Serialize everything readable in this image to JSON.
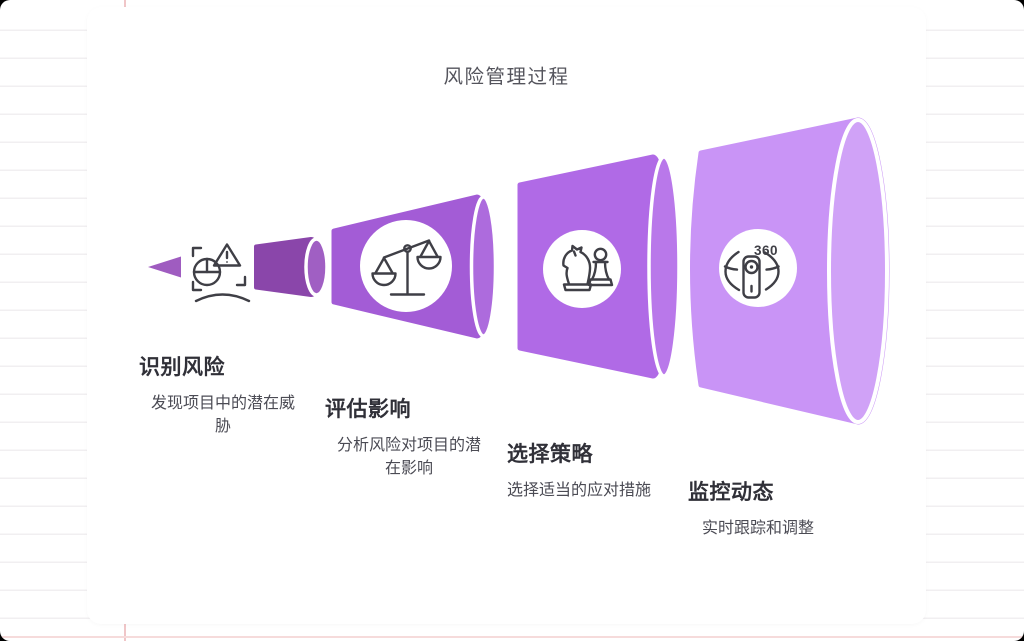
{
  "title": "风险管理过程",
  "stages": [
    {
      "heading": "识别风险",
      "description": "发现项目中的潜在威胁",
      "icon": "risk-identify-icon",
      "tip_color": "#9f5cc0",
      "color": "#8a46aa",
      "cap_color": "#a05fc3"
    },
    {
      "heading": "评估影响",
      "description": "分析风险对项目的潜在影响",
      "icon": "balance-scale-icon",
      "color": "#a35cd6",
      "cap_color": "#ad6bdd"
    },
    {
      "heading": "选择策略",
      "description": "选择适当的应对措施",
      "icon": "chess-pieces-icon",
      "color": "#b06ae6",
      "cap_color": "#b978ea"
    },
    {
      "heading": "监控动态",
      "description": "实时跟踪和调整",
      "icon": "camera-360-icon",
      "icon_label": "360",
      "color": "#c994f6",
      "cap_color": "#d0a2f7"
    }
  ],
  "style": {
    "paper_line_color": "#f1eff1",
    "margin_line_color": "#f0c6c8",
    "icon_stroke_color": "#3f3f46",
    "title_color": "#54545c",
    "heading_color": "#303038",
    "body_text_color": "#4b4b54"
  }
}
